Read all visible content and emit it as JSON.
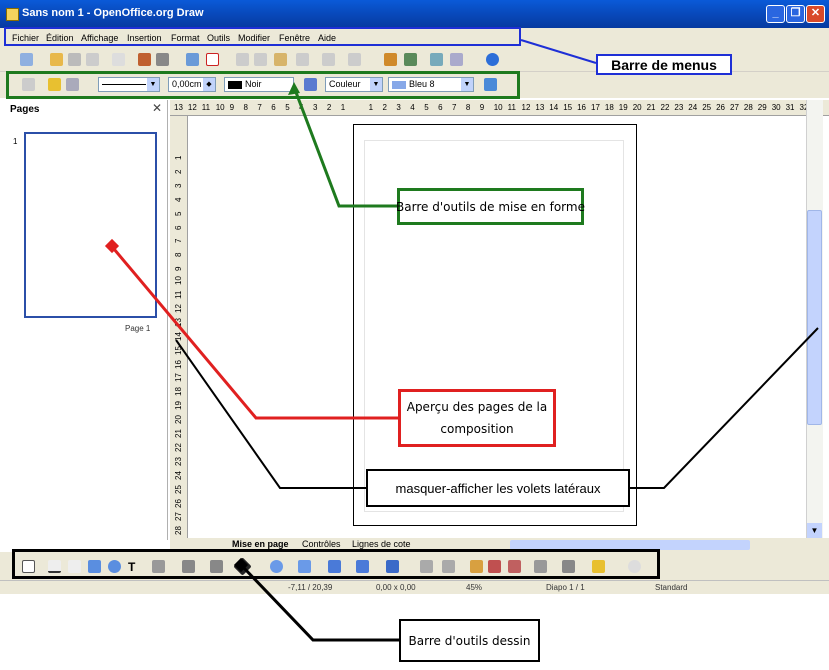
{
  "window": {
    "title": "Sans nom 1 - OpenOffice.org Draw",
    "minimize_label": "_",
    "maximize_label": "❐",
    "close_label": "✕"
  },
  "menu": {
    "items": [
      "Fichier",
      "Édition",
      "Affichage",
      "Insertion",
      "Format",
      "Outils",
      "Modifier",
      "Fenêtre",
      "Aide"
    ]
  },
  "format_toolbar": {
    "line_width": "0,00cm",
    "line_color": "Noir",
    "fill_type": "Couleur",
    "fill_color": "Bleu 8"
  },
  "pages_panel": {
    "title": "Pages",
    "close": "✕",
    "page_number": "1",
    "page_label": "Page 1"
  },
  "rulers": {
    "h_ticks": [
      "13",
      "12",
      "11",
      "10",
      "9",
      "8",
      "7",
      "6",
      "5",
      "4",
      "3",
      "2",
      "1",
      "",
      "1",
      "2",
      "3",
      "4",
      "5",
      "6",
      "7",
      "8",
      "9",
      "10",
      "11",
      "12",
      "13",
      "14",
      "15",
      "16",
      "17",
      "18",
      "19",
      "20",
      "21",
      "22",
      "23",
      "24",
      "25",
      "26",
      "27",
      "28",
      "29",
      "30",
      "31",
      "32"
    ],
    "v_ticks": [
      "1",
      "2",
      "3",
      "4",
      "5",
      "6",
      "7",
      "8",
      "9",
      "10",
      "11",
      "12",
      "13",
      "14",
      "15",
      "16",
      "17",
      "18",
      "19",
      "20",
      "21",
      "22",
      "23",
      "24",
      "25",
      "26",
      "27",
      "28"
    ]
  },
  "tabs": [
    "Mise en page",
    "Contrôles",
    "Lignes de cote"
  ],
  "status": {
    "position": "-7,11 / 20,39",
    "size": "0,00 x 0,00",
    "zoom": "45%",
    "page": "Diapo 1 / 1",
    "style": "Standard"
  },
  "callouts": {
    "menus": "Barre de menus",
    "format": "Barre d'outils de mise en forme",
    "pages": "Aperçu des pages de la composition",
    "panes": "masquer-afficher les volets latéraux",
    "draw": "Barre d'outils dessin"
  },
  "colors": {
    "menu_highlight": "#1e2fd6",
    "format_highlight": "#1e7a1e",
    "pages_highlight": "#e02020",
    "draw_highlight": "#000000",
    "titlebar": "#0a5ad8",
    "chrome": "#ece9d8"
  }
}
